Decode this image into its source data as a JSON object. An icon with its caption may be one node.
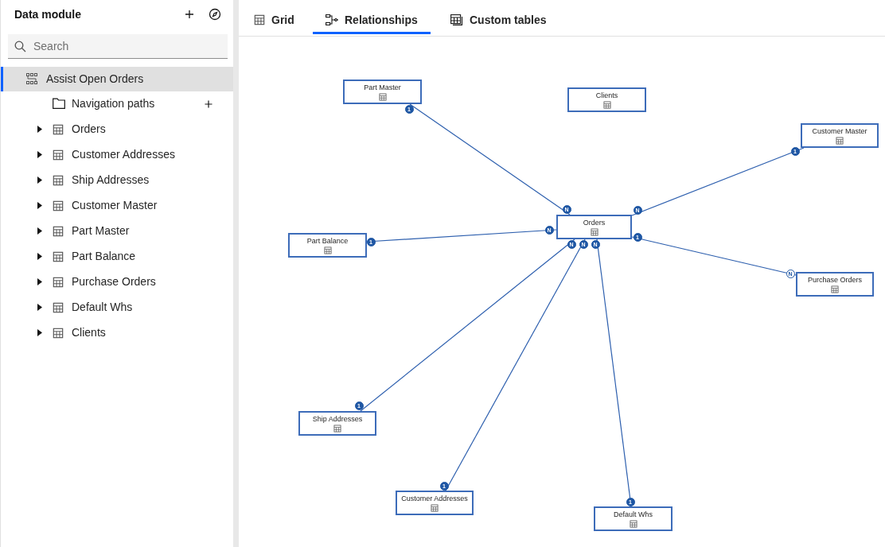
{
  "diagram": {
    "nodes": [
      {
        "text": [
          "Part Master"
        ]
      },
      {
        "text": [
          "Clients"
        ]
      },
      {
        "text": [
          "Customer Master"
        ]
      },
      {
        "text": [
          "Orders"
        ]
      },
      {
        "text": [
          "Part Balance"
        ]
      },
      {
        "text": [
          "Purchase Orders"
        ]
      },
      {
        "text": [
          "Ship Addresses"
        ]
      },
      {
        "text": [
          "Customer Addresses"
        ]
      },
      {
        "text": [
          "Default Whs"
        ]
      }
    ],
    "edges": [
      {
        "from": 3,
        "to": 0,
        "arrow": "none"
      },
      {
        "from": 3,
        "to": 2,
        "arrow": "none"
      },
      {
        "from": 3,
        "to": 4,
        "arrow": "none"
      },
      {
        "from": 3,
        "to": 5,
        "arrow": "none"
      },
      {
        "from": 3,
        "to": 6,
        "arrow": "none"
      },
      {
        "from": 3,
        "to": 7,
        "arrow": "none"
      },
      {
        "from": 3,
        "to": 8,
        "arrow": "none"
      }
    ],
    "labels": [
      "Data module",
      "Search",
      "Assist Open Orders",
      "Navigation paths",
      "Orders",
      "Customer Addresses",
      "Ship Addresses",
      "Customer Master",
      "Part Master",
      "Part Balance",
      "Purchase Orders",
      "Default Whs",
      "Clients",
      "Grid",
      "Relationships",
      "Custom tables",
      "1",
      "1",
      "N",
      "N",
      "N",
      "1",
      "1",
      "N",
      "N",
      "N",
      "N",
      "1",
      "1",
      "1"
    ]
  }
}
